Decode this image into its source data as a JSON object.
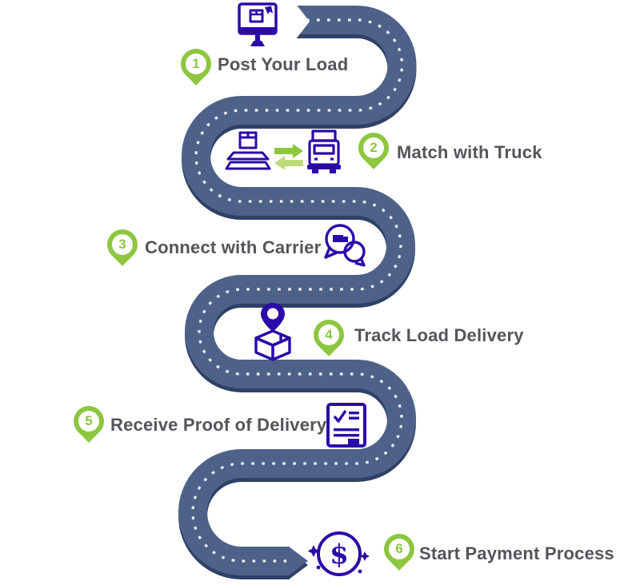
{
  "diagram": {
    "name": "Load Delivery Process Roadmap",
    "background": "#ffffff",
    "road_style": "winding road with dashed center line, start notch at top, arrow tip at bottom"
  },
  "colors": {
    "road": "#4E6289",
    "road_shadow": "#2E4066",
    "center_line": "#EDF1F6",
    "pin_green": "#8DC63F",
    "arrow_green": "#8DC63F",
    "arrow_light_green": "#BCDC7C",
    "icon_indigo": "#2B0BA8",
    "label_text": "#54555A"
  },
  "steps": [
    {
      "number": "1",
      "label": "Post Your Load",
      "icon": "computer-post-load-icon"
    },
    {
      "number": "2",
      "label": "Match with Truck",
      "icon": "pallet-truck-exchange-icon"
    },
    {
      "number": "3",
      "label": "Connect with Carrier",
      "icon": "carrier-chat-icon"
    },
    {
      "number": "4",
      "label": "Track Load Delivery",
      "icon": "package-tracking-pin-icon"
    },
    {
      "number": "5",
      "label": "Receive Proof of Delivery",
      "icon": "proof-of-delivery-document-icon"
    },
    {
      "number": "6",
      "label": "Start Payment Process",
      "icon": "payment-dollar-icon"
    }
  ]
}
